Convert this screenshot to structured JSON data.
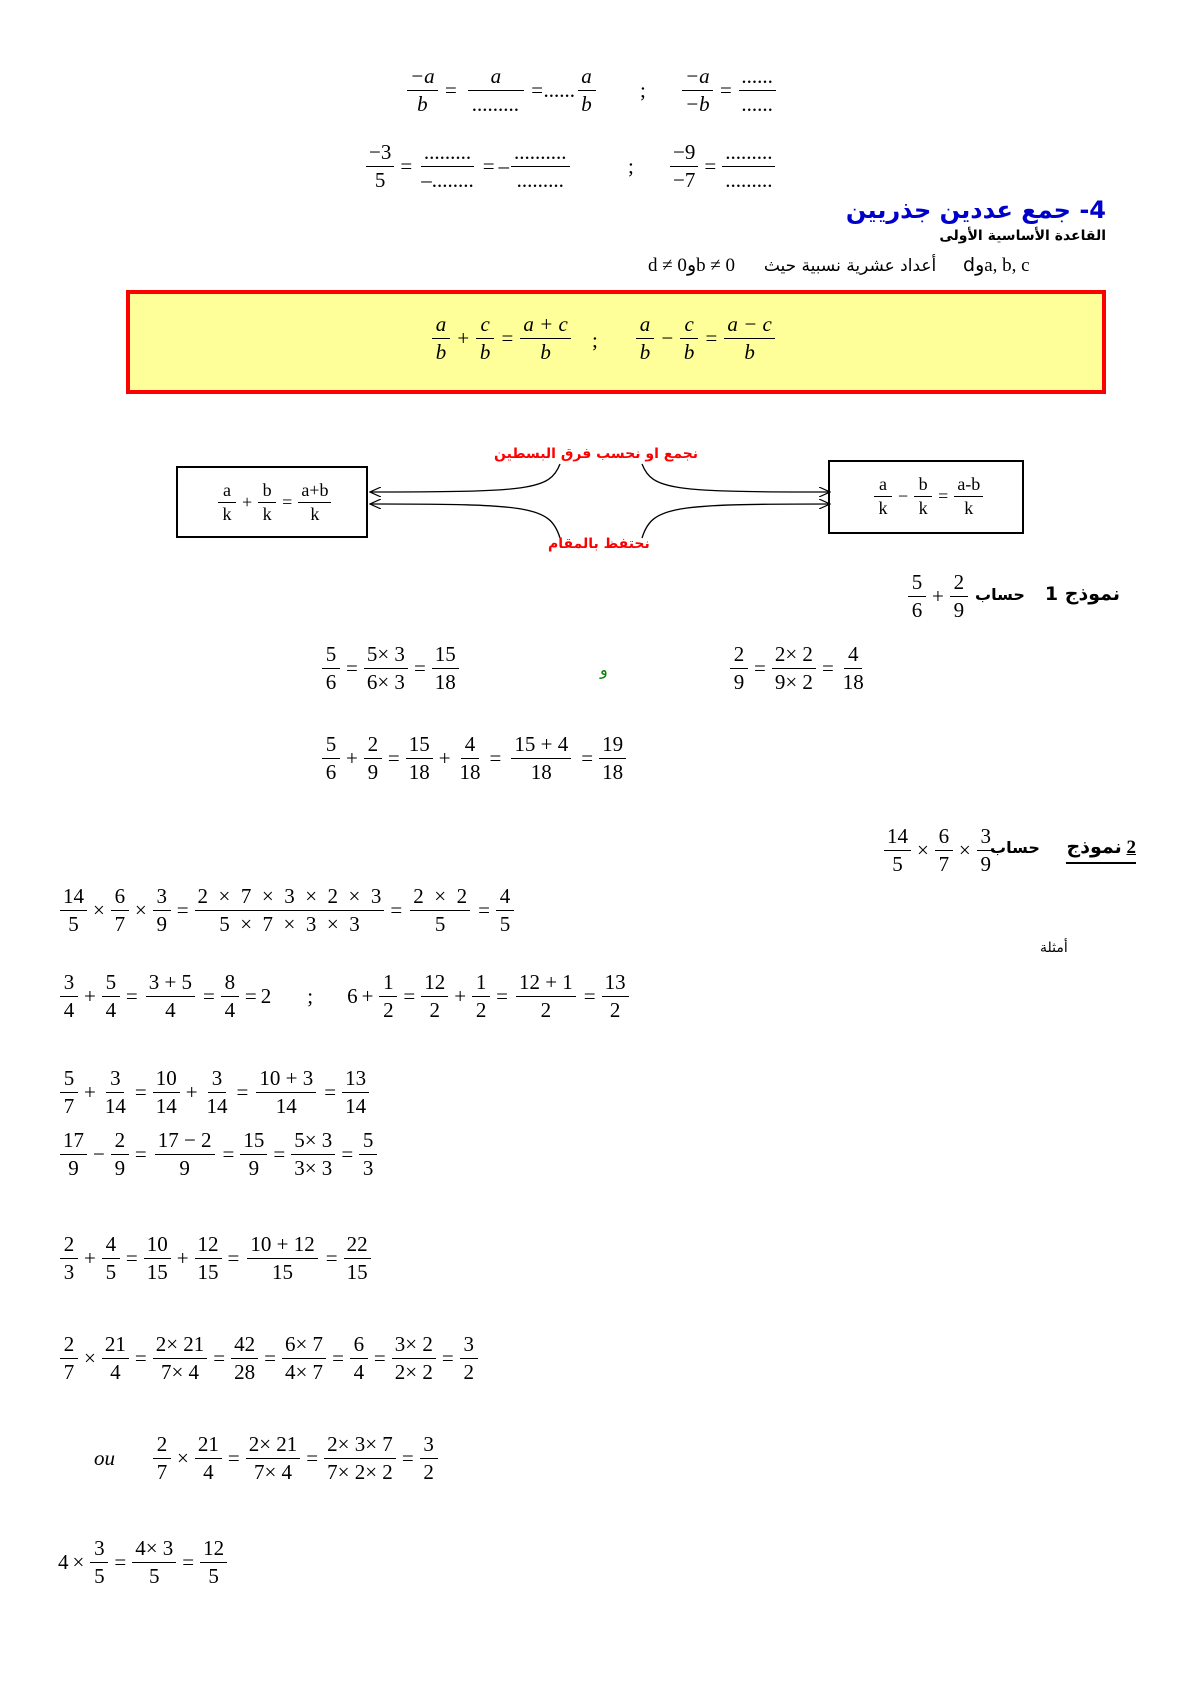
{
  "section": {
    "title": "4- جمع عددين جذريين",
    "subtitle": "القاعدة الأساسية الأولى",
    "condition_prefix": "d ≠ 0",
    "condition_mid": "و",
    "condition_b": "b ≠ 0",
    "condition_text": "أعداد عشرية نسبية حيث",
    "condition_vars": "a, b, c",
    "condition_and_d": "وd",
    "color": "#0000cc"
  },
  "top": {
    "semicolon": ";",
    "dots6": "......",
    "dots9": ".........",
    "dots10": "..........",
    "dots8neg": "–........",
    "minus": "–",
    "neg_a": "−a",
    "neg_b": "−b",
    "a": "a",
    "b": "b",
    "neg3": "−3",
    "five": "5",
    "neg9": "−9",
    "neg7": "−7",
    "eq_dots": "=......"
  },
  "rule": {
    "a": "a",
    "b": "b",
    "c": "c",
    "sum_num": "a + c",
    "diff_num": "a − c",
    "plus": "+",
    "minus": "−",
    "eq": "=",
    "sep": ";",
    "box_border": "#ff0000",
    "box_fill": "#ffff99"
  },
  "diagram": {
    "label_top": "نجمع او نحسب فرق البسطين",
    "label_bottom": "نحتفظ بالمقام",
    "label_color": "#ff0000",
    "left": {
      "a": "a",
      "b": "b",
      "k": "k",
      "num": "a+b",
      "den": "k"
    },
    "right": {
      "a": "a",
      "b": "b",
      "k": "k",
      "num": "a-b",
      "den": "k"
    }
  },
  "model1": {
    "label": "نموذج 1",
    "verb": "حساب",
    "connector": "و",
    "connector_color": "#008000"
  },
  "model2": {
    "label": "نموذج",
    "number": "2",
    "verb": "حساب"
  },
  "examples_label": "أمثلة",
  "ou": "ou",
  "symbols": {
    "times": "×",
    "plus": "+",
    "minus": "−",
    "eq": "=",
    "semicolon": ";",
    "n2": "2",
    "n3": "3",
    "n4": "4",
    "n5": "5",
    "n6": "6",
    "n7": "7",
    "n8": "8",
    "n9": "9",
    "n10": "10",
    "n12": "12",
    "n13": "13",
    "n14": "14",
    "n15": "15",
    "n17": "17",
    "n18": "18",
    "n19": "19",
    "n21": "21",
    "n22": "22",
    "n28": "28",
    "n42": "42",
    "n1": "1"
  },
  "expr": {
    "e5x3": "5× 3",
    "e6x3": "6× 3",
    "e2x2": "2× 2",
    "e9x2": "9× 2",
    "e15p4": "15 + 4",
    "big_num": "2  ×  7  ×  3  ×  2  ×  3",
    "big_den": "5  ×  7  ×  3  ×  3",
    "e2x2b": "2  ×  2",
    "e3p5": "3 + 5",
    "e12p1": "12 + 1",
    "e10p3": "10 + 3",
    "e17m2": "17 − 2",
    "e3x3": "3× 3",
    "e10p12": "10 + 12",
    "e2x21": "2× 21",
    "e7x4": "7× 4",
    "e6x7": "6× 7",
    "e4x7": "4× 7",
    "e3x2": "3× 2",
    "e2x2c": "2× 2",
    "e2x3x7": "2× 3× 7",
    "e7x2x2": "7× 2× 2",
    "e4x3": "4× 3"
  }
}
